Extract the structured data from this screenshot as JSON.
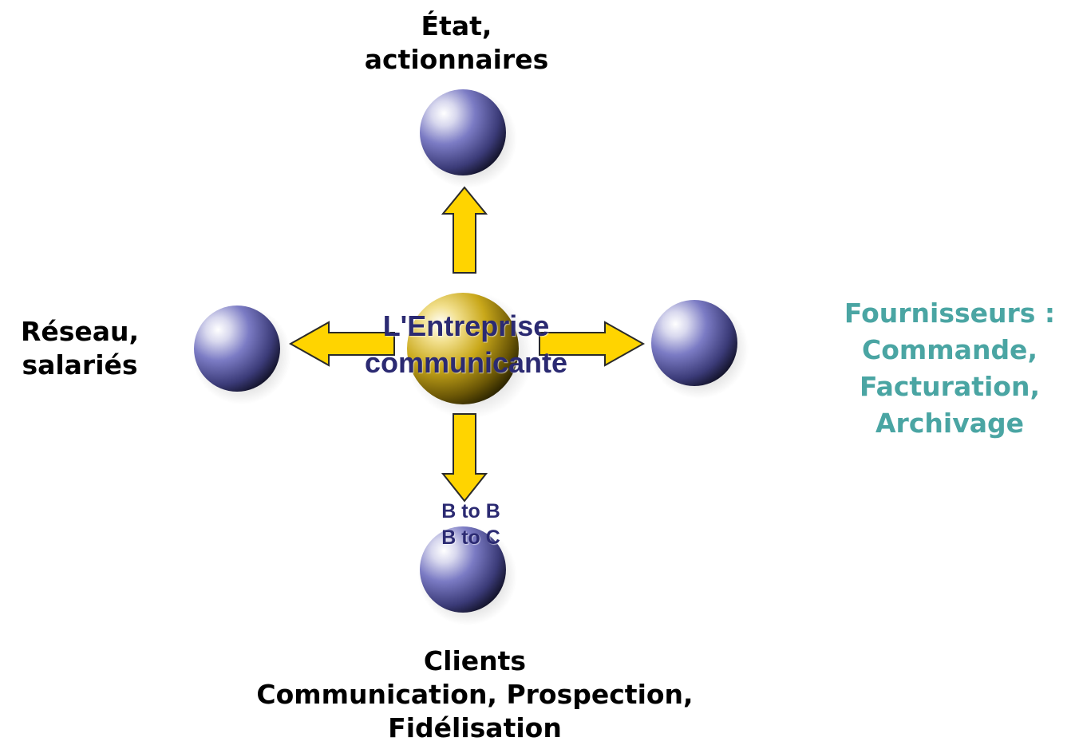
{
  "diagram": {
    "center": {
      "lines": [
        "L'Entreprise",
        "communicante"
      ]
    },
    "top": {
      "lines": [
        "État,",
        "actionnaires"
      ]
    },
    "left": {
      "lines": [
        "Réseau,",
        "salariés"
      ]
    },
    "right": {
      "lines": [
        "Fournisseurs :",
        "Commande,",
        "Facturation,",
        "Archivage"
      ]
    },
    "bottom": {
      "lines": [
        "Clients",
        "Communication, Prospection,",
        "Fidélisation"
      ]
    },
    "bottom_arrow": {
      "lines": [
        "B to B",
        "B to C"
      ]
    }
  },
  "colors": {
    "node_sphere": "#6d6db8",
    "center_sphere": "#c9a81a",
    "arrow_fill": "#ffd400",
    "arrow_stroke": "#2a2a2a",
    "center_text": "#2b2a72",
    "right_label": "#4aa5a3",
    "label_text": "#000000"
  }
}
